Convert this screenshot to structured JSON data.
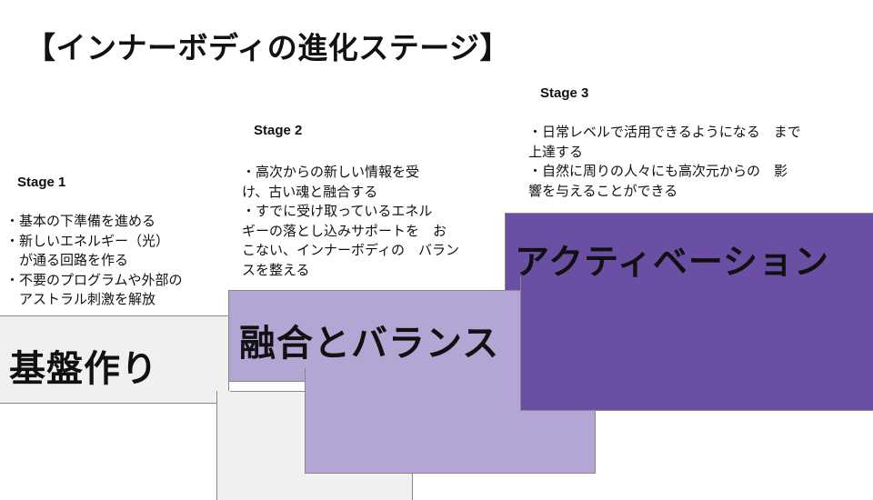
{
  "title": "【インナーボディの進化ステージ】",
  "colors": {
    "stage1": "#f0f0f0",
    "stage2": "#b3a6d4",
    "stage3": "#6a4fa5",
    "border": "#888888",
    "text": "#111111"
  },
  "stages": [
    {
      "label": "Stage 1",
      "name": "基盤作り",
      "lines": [
        "・基本の下準備を進める",
        "・新しいエネルギー（光）",
        "　が通る回路を作る",
        "・不要のプログラムや外部の",
        "　アストラル刺激を解放"
      ]
    },
    {
      "label": "Stage 2",
      "name": "融合とバランス",
      "lines": [
        "・高次からの新しい情報を受",
        "け、古い魂と融合する",
        "・すでに受け取っているエネル",
        "ギーの落とし込みサポートを　お",
        "こない、インナーボディの　バラン",
        "スを整える"
      ]
    },
    {
      "label": "Stage 3",
      "name": "アクティベーション",
      "lines": [
        "・日常レベルで活用できるようになる　まで",
        "上達する",
        "・自然に周りの人々にも高次元からの　影",
        "響を与えることができる"
      ]
    }
  ]
}
